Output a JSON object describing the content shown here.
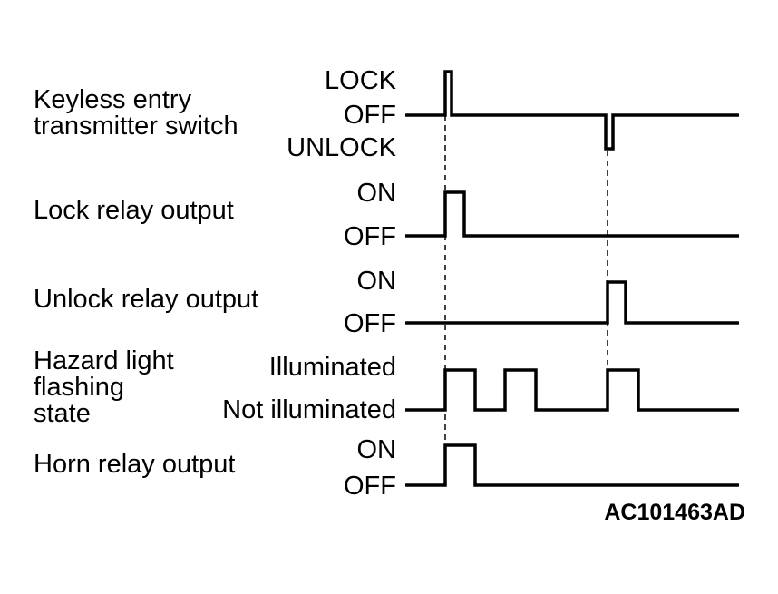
{
  "signals": [
    {
      "label_lines": [
        "Keyless entry",
        "transmitter switch"
      ],
      "states": [
        "LOCK",
        "OFF",
        "UNLOCK"
      ]
    },
    {
      "label_lines": [
        "Lock relay output"
      ],
      "states": [
        "ON",
        "OFF"
      ]
    },
    {
      "label_lines": [
        "Unlock relay output"
      ],
      "states": [
        "ON",
        "OFF"
      ]
    },
    {
      "label_lines": [
        "Hazard light",
        "flashing",
        "state"
      ],
      "states": [
        "Illuminated",
        "Not illuminated"
      ]
    },
    {
      "label_lines": [
        "Horn relay output"
      ],
      "states": [
        "ON",
        "OFF"
      ]
    }
  ],
  "figure_code": "AC101463AD"
}
